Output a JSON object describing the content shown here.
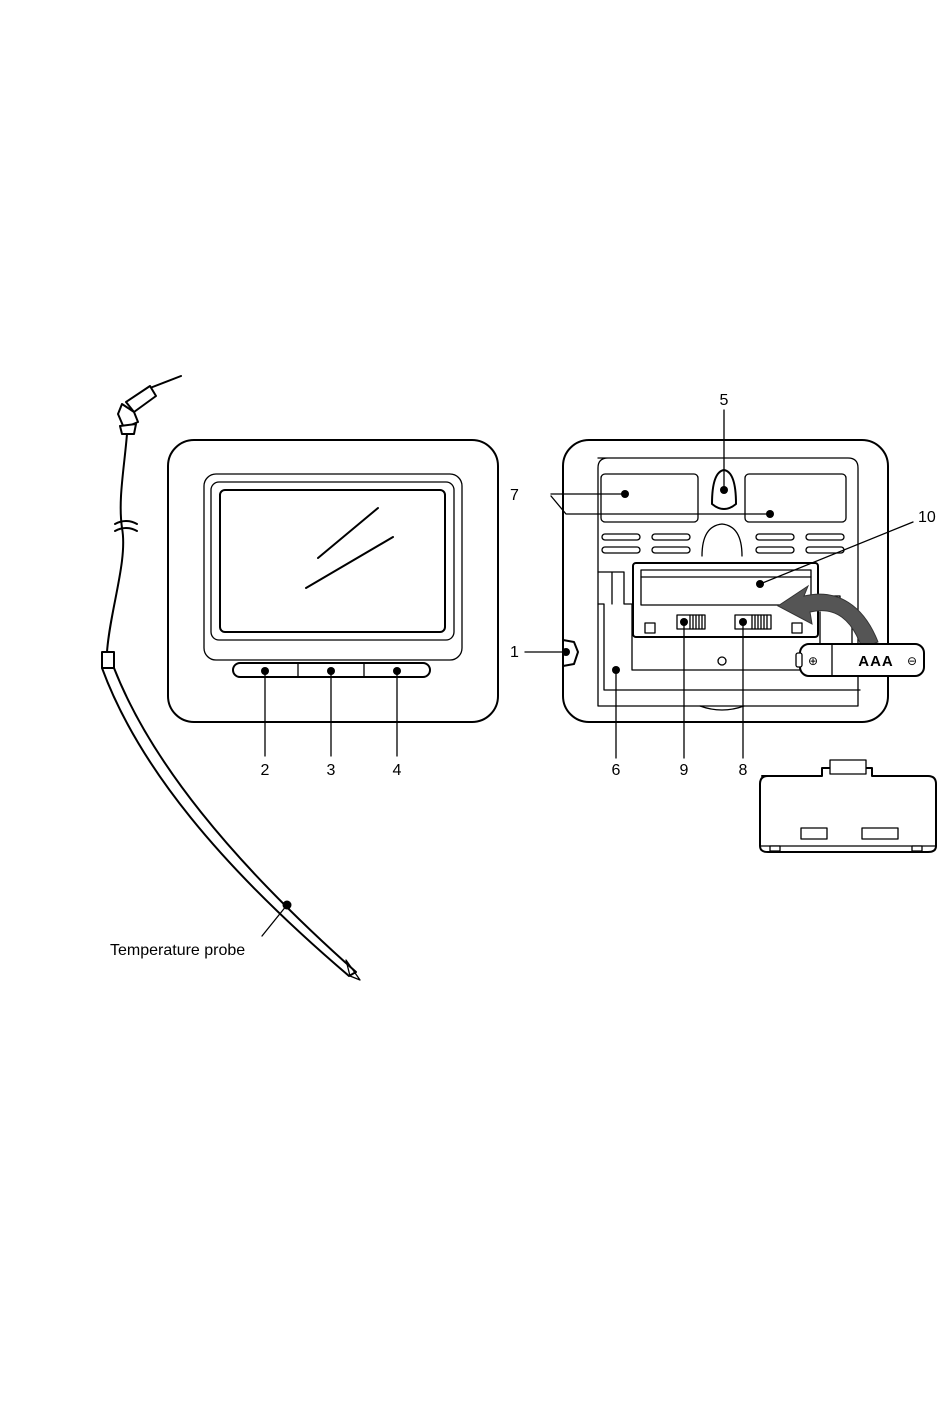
{
  "callouts": {
    "n1": "1",
    "n2": "2",
    "n3": "3",
    "n4": "4",
    "n5": "5",
    "n6": "6",
    "n7": "7",
    "n8": "8",
    "n9": "9",
    "n10": "10"
  },
  "probe": {
    "label": "Temperature probe"
  },
  "battery": {
    "type_label": "AAA",
    "plus_symbol": "⊕",
    "minus_symbol": "⊖"
  }
}
